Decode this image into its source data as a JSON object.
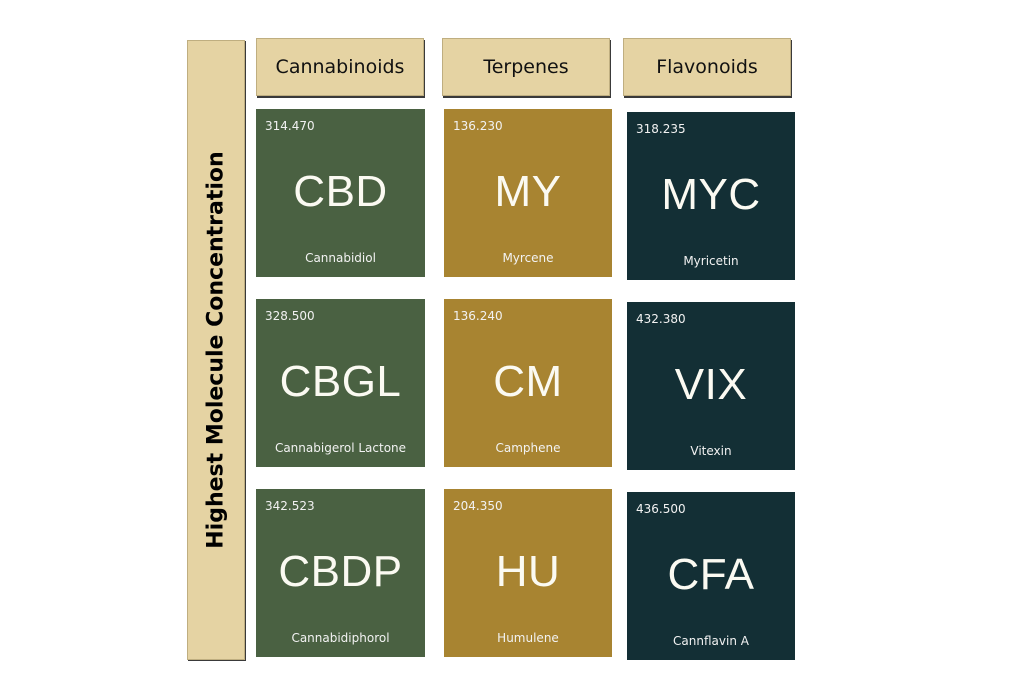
{
  "side_label": "Highest Molecule Concentration",
  "columns": [
    {
      "header": "Cannabinoids",
      "color": "#4a6142",
      "items": [
        {
          "weight": "314.470",
          "symbol": "CBD",
          "name": "Cannabidiol"
        },
        {
          "weight": "328.500",
          "symbol": "CBGL",
          "name": "Cannabigerol Lactone"
        },
        {
          "weight": "342.523",
          "symbol": "CBDP",
          "name": "Cannabidiphorol"
        }
      ]
    },
    {
      "header": "Terpenes",
      "color": "#a88431",
      "items": [
        {
          "weight": "136.230",
          "symbol": "MY",
          "name": "Myrcene"
        },
        {
          "weight": "136.240",
          "symbol": "CM",
          "name": "Camphene"
        },
        {
          "weight": "204.350",
          "symbol": "HU",
          "name": "Humulene"
        }
      ]
    },
    {
      "header": "Flavonoids",
      "color": "#132f35",
      "items": [
        {
          "weight": "318.235",
          "symbol": "MYC",
          "name": "Myricetin"
        },
        {
          "weight": "432.380",
          "symbol": "VIX",
          "name": "Vitexin"
        },
        {
          "weight": "436.500",
          "symbol": "CFA",
          "name": "Cannflavin A"
        }
      ]
    }
  ]
}
